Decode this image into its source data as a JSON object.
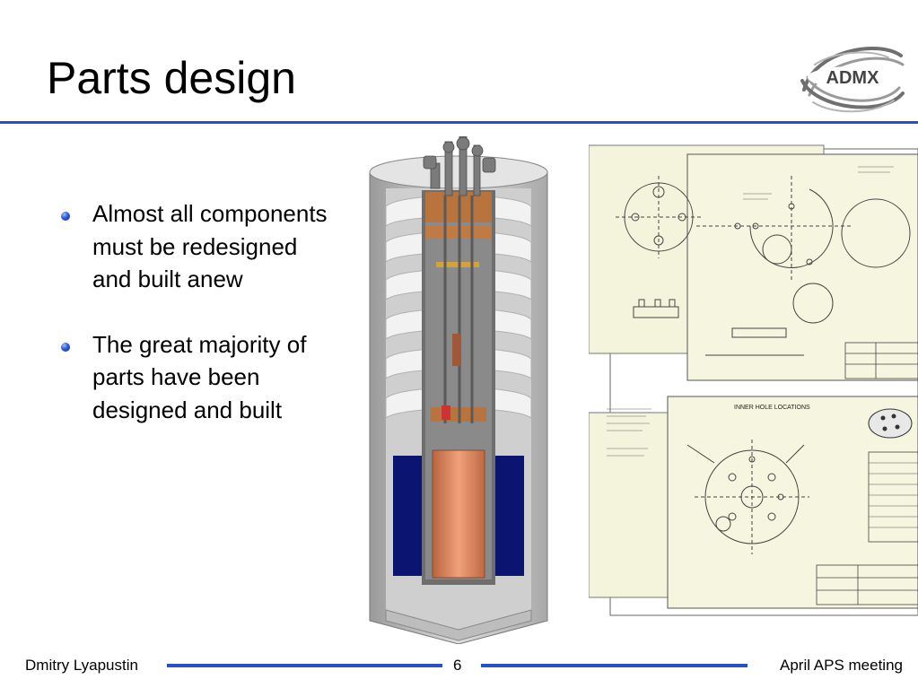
{
  "slide": {
    "title": "Parts design",
    "logo_text": "ADMX",
    "bullets": [
      "Almost all components must be redesigned and built anew",
      "The great majority of parts have been designed and built"
    ]
  },
  "drawings": {
    "inner_hole_label": "INNER HOLE LOCATIONS"
  },
  "footer": {
    "author": "Dmitry Lyapustin",
    "page_number": "6",
    "event": "April APS meeting"
  },
  "colors": {
    "accent_blue": "#2452c9",
    "copper": "#e1906a",
    "dewar_blue": "#0b1470",
    "drawing_paper": "#f4f3dc"
  }
}
